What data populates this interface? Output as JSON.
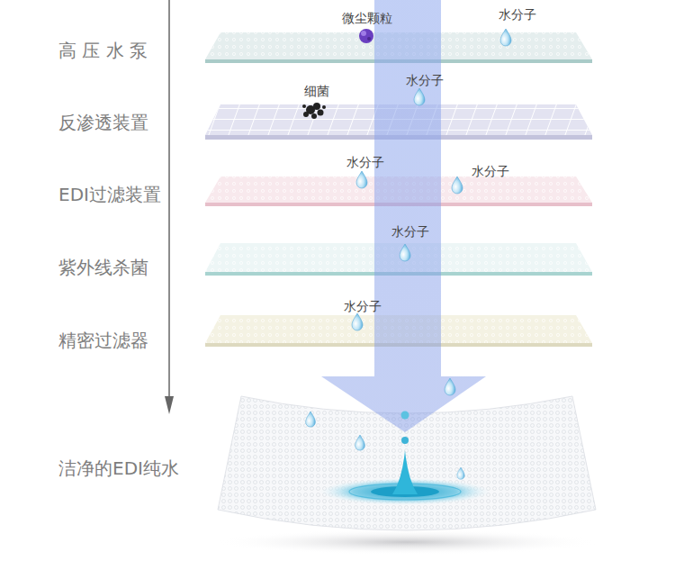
{
  "diagram": {
    "labels": [
      "高 压 水 泵",
      "微尘颗粒",
      "水分子",
      "反渗透装置",
      "细菌",
      "水分子",
      "EDI过滤装置",
      "水分子",
      "水分子",
      "紫外线杀菌",
      "水分子",
      "精密过滤器",
      "水分子",
      "洁净的EDI纯水"
    ]
  }
}
